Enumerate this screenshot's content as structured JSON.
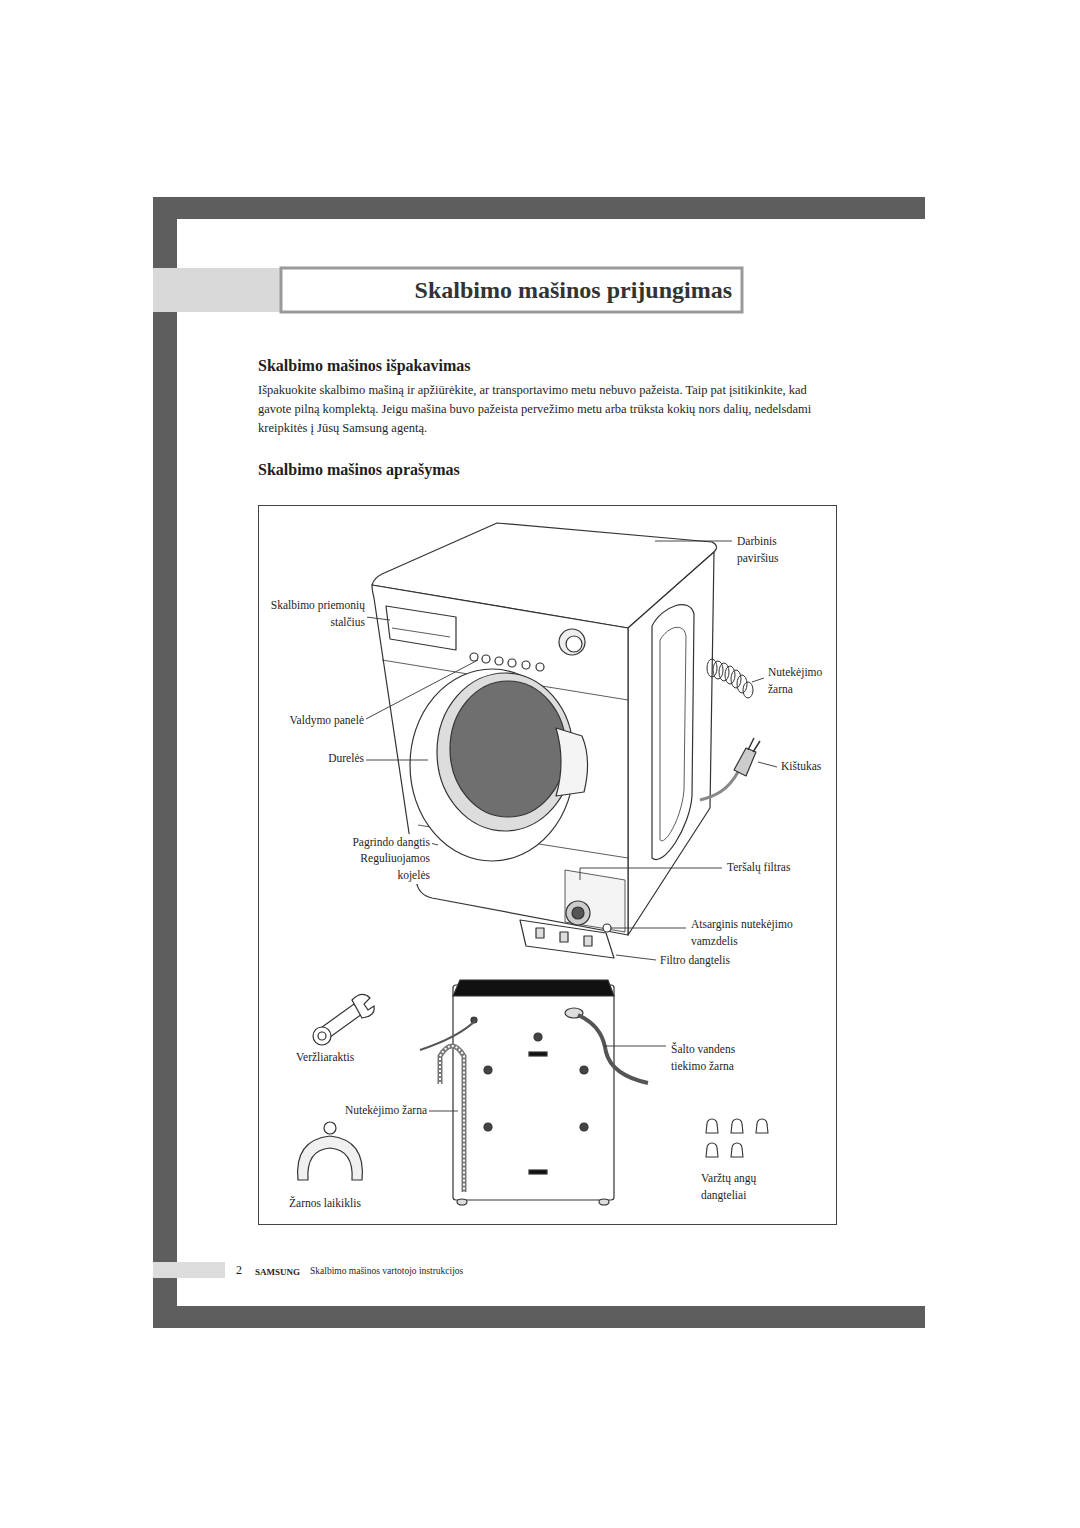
{
  "diagram": {
    "title": "Skalbimo mašinos prijungimas",
    "labels": [
      "Skalbimo mašinos išpakavimas",
      "Išpakuokite skalbimo mašiną ir apžiūrėkite, ar transportavimo metu nebuvo pažeista. Taip pat įsitikinkite, kad gavote pilną komplektą. Jeigu mašina buvo pažeista pervežimo metu arba trūksta kokių nors dalių, nedelsdami kreipkitės į Jūsų Samsung agentą.",
      "Skalbimo mašinos aprašymas",
      "Darbinis paviršius",
      "Skalbimo priemonių stalčius",
      "Nutekėjimo žarna",
      "Valdymo panelė",
      "Durelės",
      "Kištukas",
      "Pagrindo dangtis",
      "Reguliuojamos kojelės",
      "Teršalų filtras",
      "Atsarginis nutekėjimo vamzdelis",
      "Filtro dangtelis",
      "Veržliaraktis",
      "Šalto vandens tiekimo žarna",
      "Nutekėjimo žarna",
      "Varžtų angų dangteliai",
      "Žarnos laikiklis",
      "2",
      "SAMSUNG",
      "Skalbimo mašinos vartotojo instrukcijos"
    ]
  }
}
